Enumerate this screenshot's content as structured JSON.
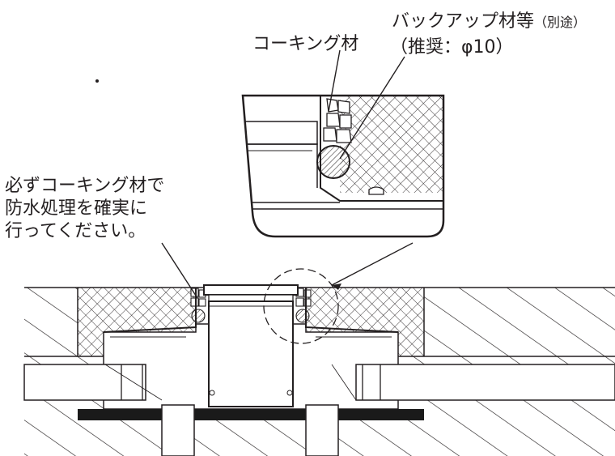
{
  "labels": {
    "caulking": "コーキング材",
    "backup_main": "バックアップ材等",
    "backup_paren": "（別途）",
    "backup_recommend": "（推奨：φ10）"
  },
  "note": {
    "line1": "必ずコーキング材で",
    "line2": "防水処理を確実に",
    "line3": "行ってください。"
  },
  "colors": {
    "ink": "#231f20",
    "pad": "#1a1a1a",
    "background": "#ffffff"
  }
}
